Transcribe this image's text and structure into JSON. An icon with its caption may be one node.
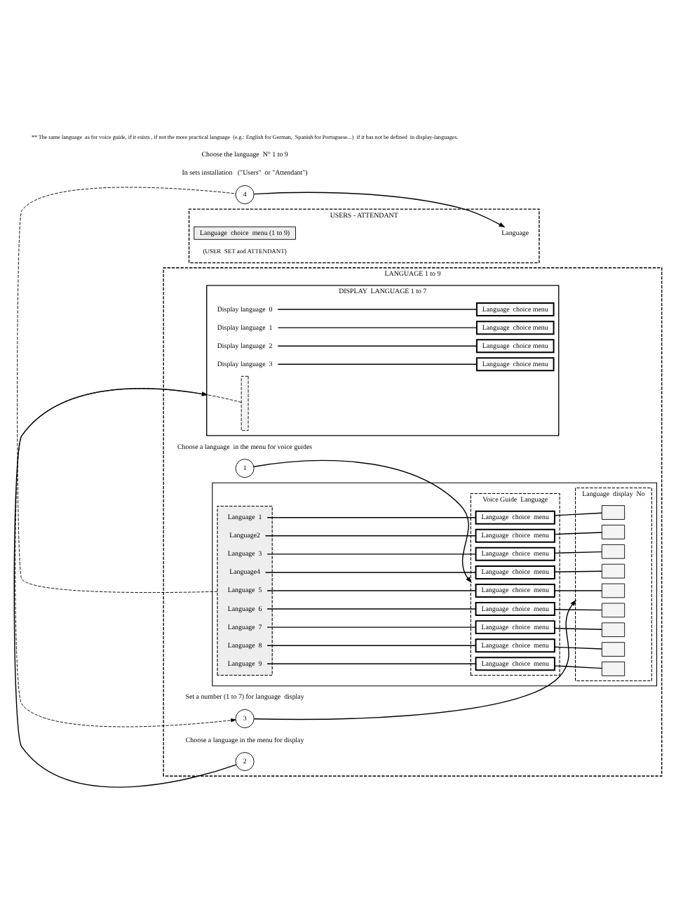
{
  "diagram": {
    "nodes": [
      {
        "text": [
          "LANGUAGE 1 to 9"
        ]
      },
      {
        "text": [],
        "shape": "box",
        "in": 0
      },
      {
        "text": [],
        "shape": "box",
        "in": 1
      },
      {
        "text": [
          "Language  1"
        ],
        "in": 2
      },
      {
        "text": [
          "Language2"
        ],
        "in": 2
      },
      {
        "text": [
          "Language  3"
        ],
        "in": 2
      },
      {
        "text": [
          "Language4"
        ],
        "in": 2
      },
      {
        "text": [
          "Language  5"
        ],
        "in": 2
      },
      {
        "text": [
          "Language  6"
        ],
        "in": 2
      },
      {
        "text": [
          "Language  7"
        ],
        "in": 2
      },
      {
        "text": [
          "Language  8"
        ],
        "in": 2
      },
      {
        "text": [
          "Language  9"
        ],
        "in": 2
      },
      {
        "text": [
          "Voice Guide  Language"
        ],
        "in": 1
      },
      {
        "text": [
          "Language  choice  menu"
        ],
        "in": 12
      },
      {
        "text": [
          "Language  choice  menu"
        ],
        "in": 12
      },
      {
        "text": [
          "Language  choice  menu"
        ],
        "in": 12
      },
      {
        "text": [
          "Language  choice  menu"
        ],
        "in": 12
      },
      {
        "text": [
          "Language  choice  menu"
        ],
        "in": 12
      },
      {
        "text": [
          "Language  choice  menu"
        ],
        "in": 12
      },
      {
        "text": [
          "Language  choice  menu"
        ],
        "in": 12
      },
      {
        "text": [
          "Language  choice  menu"
        ],
        "in": 12
      },
      {
        "text": [
          "Language  choice  menu"
        ],
        "in": 12
      },
      {
        "text": [
          "Language  display  No"
        ],
        "in": 1
      },
      {
        "text": [],
        "shape": "box",
        "in": 22
      },
      {
        "text": [],
        "shape": "box",
        "in": 22
      },
      {
        "text": [],
        "shape": "box",
        "in": 22
      },
      {
        "text": [],
        "shape": "box",
        "in": 22
      },
      {
        "text": [],
        "shape": "box",
        "in": 22
      },
      {
        "text": [],
        "shape": "box",
        "in": 22
      },
      {
        "text": [],
        "shape": "box",
        "in": 22
      },
      {
        "text": [],
        "shape": "box",
        "in": 22
      },
      {
        "text": [],
        "shape": "box",
        "in": 22
      },
      {
        "text": [
          "1"
        ],
        "beside": [
          "Choose a language  in the menu for voice guides"
        ],
        "in": 0
      },
      {
        "text": [
          "3"
        ],
        "beside": [
          "Set a number (1 to 7) for language  display"
        ],
        "in": 0
      },
      {
        "text": [
          "DISPLAY  LANGUAGE 1 to 7"
        ],
        "in": 0
      },
      {
        "text": [
          "Display language  0"
        ],
        "in": 34
      },
      {
        "text": [
          "Display language  1"
        ],
        "in": 34
      },
      {
        "text": [
          "Display language  2"
        ],
        "in": 34
      },
      {
        "text": [
          "Display language  3"
        ],
        "in": 34
      },
      {
        "text": [],
        "shape": "box",
        "in": 34
      },
      {
        "text": [
          "Language  choice menu"
        ],
        "in": 34
      },
      {
        "text": [
          "Language  choice menu"
        ],
        "in": 34
      },
      {
        "text": [
          "Language  choice menu"
        ],
        "in": 34
      },
      {
        "text": [
          "Language  choice menu"
        ],
        "in": 34
      },
      {
        "text": [
          "2"
        ],
        "beside": [
          "Choose a language in the menu for display"
        ],
        "in": 0
      },
      {
        "text": [
          "4"
        ]
      },
      {
        "text": [
          "USERS - ATTENDANT"
        ]
      },
      {
        "text": [
          "Language"
        ],
        "in": 46
      },
      {
        "text": [
          "Language  choice  menu (1 to 9)"
        ],
        "in": 46
      }
    ],
    "edges": [
      {
        "from": 3,
        "to": 13,
        "arrow": "none"
      },
      {
        "from": 4,
        "to": 14,
        "arrow": "none"
      },
      {
        "from": 5,
        "to": 15,
        "arrow": "none"
      },
      {
        "from": 6,
        "to": 16,
        "arrow": "none"
      },
      {
        "from": 7,
        "to": 17,
        "arrow": "none"
      },
      {
        "from": 8,
        "to": 18,
        "arrow": "none"
      },
      {
        "from": 9,
        "to": 19,
        "arrow": "none"
      },
      {
        "from": 10,
        "to": 20,
        "arrow": "none"
      },
      {
        "from": 11,
        "to": 21,
        "arrow": "none"
      },
      {
        "from": 13,
        "to": 23,
        "arrow": "none"
      },
      {
        "from": 14,
        "to": 24,
        "arrow": "none"
      },
      {
        "from": 15,
        "to": 25,
        "arrow": "none"
      },
      {
        "from": 16,
        "to": 26,
        "arrow": "none"
      },
      {
        "from": 17,
        "to": 27,
        "arrow": "none"
      },
      {
        "from": 18,
        "to": 28,
        "arrow": "none"
      },
      {
        "from": 19,
        "to": 29,
        "arrow": "none"
      },
      {
        "from": 20,
        "to": 30,
        "arrow": "none"
      },
      {
        "from": 21,
        "to": 31,
        "arrow": "none"
      },
      {
        "from": 32,
        "to": 12,
        "arrow": "to"
      },
      {
        "from": 33,
        "to": 22,
        "arrow": "to"
      },
      {
        "from": 35,
        "to": 40,
        "arrow": "none"
      },
      {
        "from": 36,
        "to": 41,
        "arrow": "none"
      },
      {
        "from": 37,
        "to": 42,
        "arrow": "none"
      },
      {
        "from": 38,
        "to": 43,
        "arrow": "none"
      },
      {
        "from": 39,
        "to": 33,
        "arrow": "to",
        "style": "dashed"
      },
      {
        "from": 44,
        "to": 34,
        "arrow": "to"
      },
      {
        "from": 2,
        "to": 45,
        "arrow": "none",
        "style": "dashed"
      },
      {
        "from": 45,
        "to": 47,
        "arrow": "to"
      }
    ],
    "labels": [
      "In sets installation   (\"Users\"  or \"Attendant\")",
      "Choose the language  N° 1 to 9",
      "(USER  SET and ATTENDANT)",
      "** The same language  as for voice guide, if it esists , if not the more practical language  (e.g.: English for German,  Spanish for Portuguese...)  if it has not be defined  in display-languages."
    ]
  }
}
